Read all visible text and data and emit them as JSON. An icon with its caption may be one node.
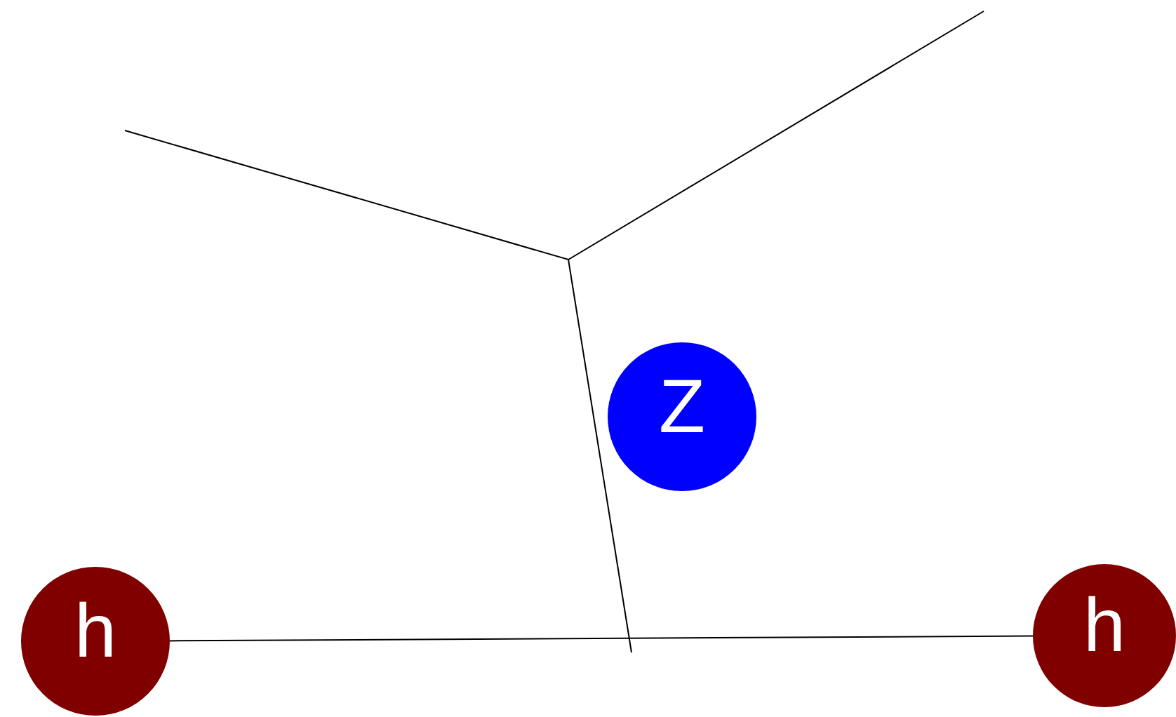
{
  "diagram": {
    "nodes": [
      {
        "text": [
          "h"
        ]
      },
      {
        "text": [
          "h"
        ]
      },
      {
        "text": [
          "Z"
        ]
      }
    ],
    "edges": [
      {
        "from": 0,
        "to": 1,
        "arrow": "none"
      }
    ]
  }
}
